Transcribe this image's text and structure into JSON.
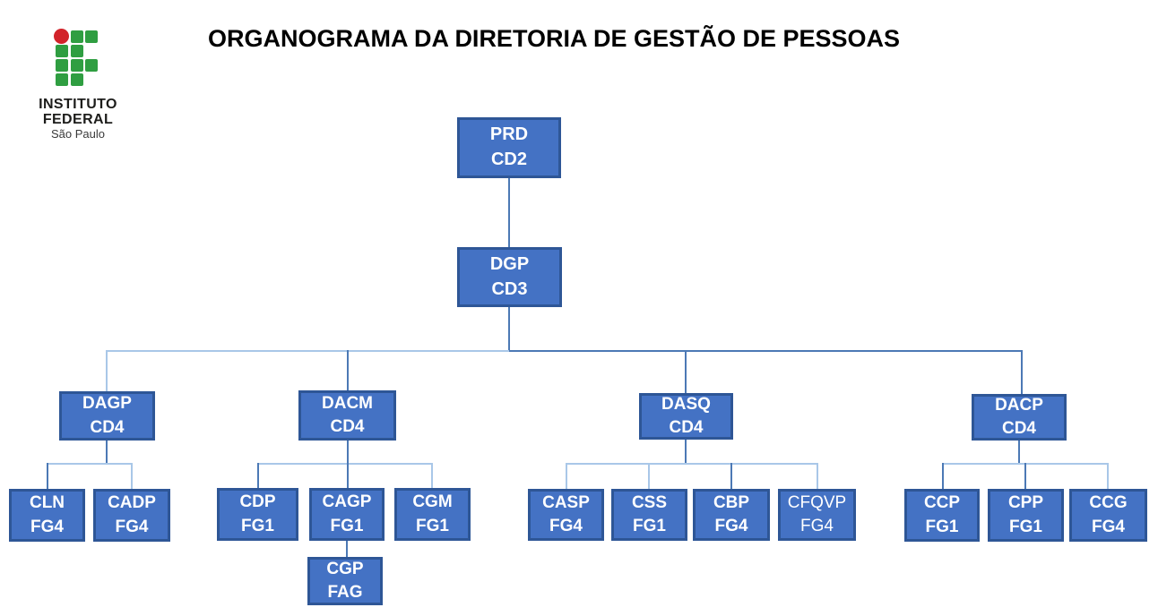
{
  "title": "ORGANOGRAMA DA DIRETORIA DE GESTÃO DE PESSOAS",
  "logo": {
    "mark": "ifsp-squares-logo",
    "line1": "INSTITUTO",
    "line2": "FEDERAL",
    "line3": "São Paulo"
  },
  "colors": {
    "box_fill": "#4472C4",
    "box_border": "#2E5696",
    "line_dark": "#4C79B5",
    "line_light": "#A9C7E8",
    "logo_green": "#2F9E41",
    "logo_red": "#D2232A",
    "node_text": "#FFFFFF",
    "title_color": "#000000"
  },
  "nodes": {
    "prd": [
      "PRD",
      "CD2"
    ],
    "dgp": [
      "DGP",
      "CD3"
    ],
    "dagp": [
      "DAGP",
      "CD4"
    ],
    "dacm": [
      "DACM",
      "CD4"
    ],
    "dasq": [
      "DASQ",
      "CD4"
    ],
    "dacp": [
      "DACP",
      "CD4"
    ],
    "cln": [
      "CLN",
      "FG4"
    ],
    "cadp": [
      "CADP",
      "FG4"
    ],
    "cdp": [
      "CDP",
      "FG1"
    ],
    "cagp": [
      "CAGP",
      "FG1"
    ],
    "cgm": [
      "CGM",
      "FG1"
    ],
    "cgp": [
      "CGP",
      "FAG"
    ],
    "casp": [
      "CASP",
      "FG4"
    ],
    "css": [
      "CSS",
      "FG1"
    ],
    "cbp": [
      "CBP",
      "FG4"
    ],
    "cfqvp": [
      "CFQVP",
      "FG4"
    ],
    "ccp": [
      "CCP",
      "FG1"
    ],
    "cpp": [
      "CPP",
      "FG1"
    ],
    "ccg": [
      "CCG",
      "FG4"
    ]
  },
  "hierarchy": {
    "PRD": [
      "DGP"
    ],
    "DGP": [
      "DAGP",
      "DACM",
      "DASQ",
      "DACP"
    ],
    "DAGP": [
      "CLN",
      "CADP"
    ],
    "DACM": [
      "CDP",
      "CAGP",
      "CGM"
    ],
    "CAGP": [
      "CGP"
    ],
    "DASQ": [
      "CASP",
      "CSS",
      "CBP",
      "CFQVP"
    ],
    "DACP": [
      "CCP",
      "CPP",
      "CCG"
    ]
  }
}
